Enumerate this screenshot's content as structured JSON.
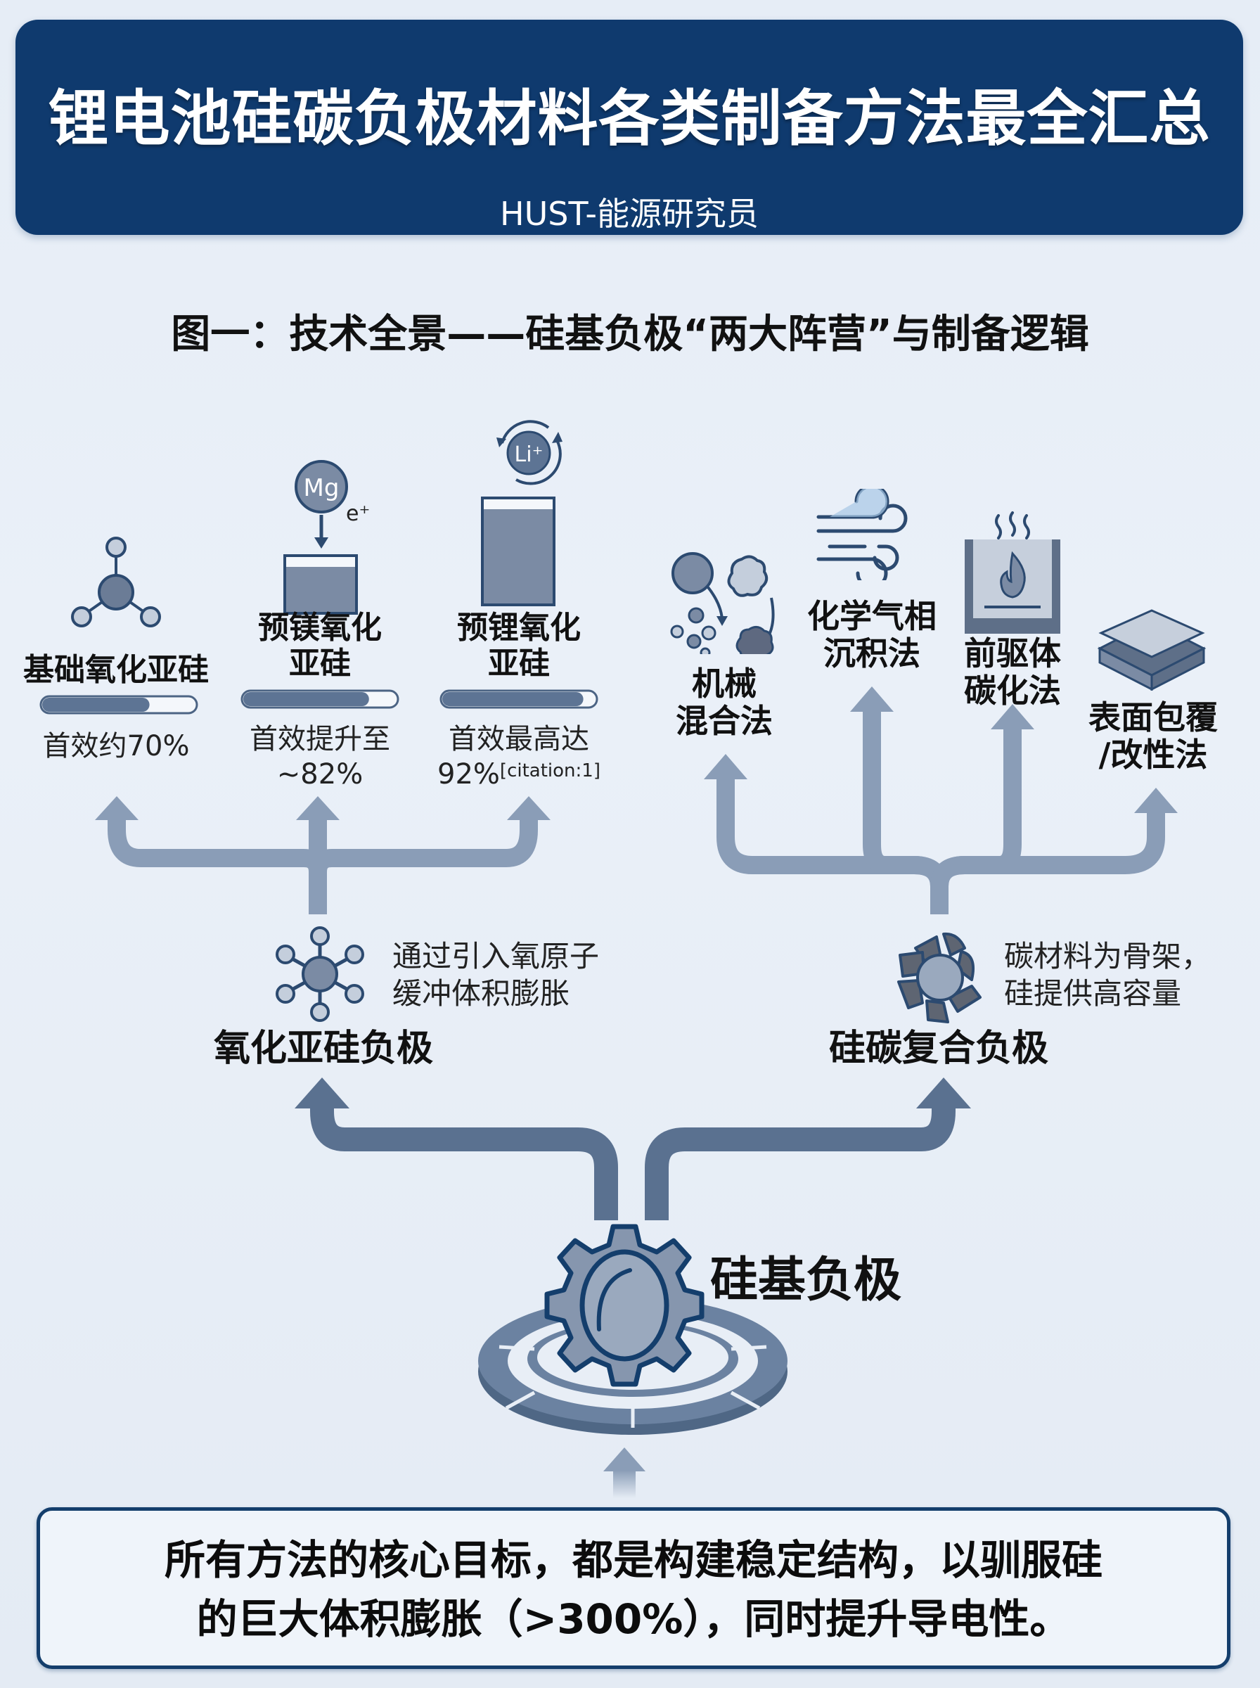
{
  "header": {
    "title": "锂电池硅碳负极材料各类制备方法最全汇总",
    "subtitle": "HUST-能源研究员"
  },
  "section_heading": "图一：技术全景——硅基负极“两大阵营”与制备逻辑",
  "root": {
    "label": "硅基负极"
  },
  "camps": {
    "siox": {
      "label": "氧化亚硅负极",
      "desc_line1": "通过引入氧原子",
      "desc_line2": "缓冲体积膨胀",
      "variants": [
        {
          "name_line1": "基础氧化亚硅",
          "name_line2": "",
          "efficiency_line1": "首效约70%",
          "efficiency_line2": "",
          "efficiency_pct": 70,
          "icon": "molecule-icon"
        },
        {
          "name_line1": "预镁氧化",
          "name_line2": "亚硅",
          "efficiency_line1": "首效提升至",
          "efficiency_line2": "~82%",
          "efficiency_pct": 82,
          "icon": "magnesium-doping-icon",
          "icon_text": "Mg",
          "icon_sub": "e⁺"
        },
        {
          "name_line1": "预锂氧化",
          "name_line2": "亚硅",
          "efficiency_line1": "首效最高达",
          "efficiency_line2": "92%",
          "citation": "[citation:1]",
          "efficiency_pct": 92,
          "icon": "lithium-cycle-icon",
          "icon_text": "Li⁺"
        }
      ]
    },
    "sic": {
      "label": "硅碳复合负极",
      "desc_line1": "碳材料为骨架，",
      "desc_line2": "硅提供高容量",
      "methods": [
        {
          "name_line1": "机械",
          "name_line2": "混合法",
          "icon": "particle-mixing-icon"
        },
        {
          "name_line1": "化学气相",
          "name_line2": "沉积法",
          "icon": "gas-flow-icon"
        },
        {
          "name_line1": "前驱体",
          "name_line2": "碳化法",
          "icon": "furnace-icon"
        },
        {
          "name_line1": "表面包覆",
          "name_line2": "/改性法",
          "icon": "layer-coating-icon"
        }
      ]
    }
  },
  "conclusion": {
    "line1": "所有方法的核心目标，都是构建稳定结构，以驯服硅",
    "line2": "的巨大体积膨胀（>300%），同时提升导电性。"
  },
  "colors": {
    "header_bg": "#0f3a6e",
    "arrow_light": "#8a9db7",
    "arrow_dark": "#5a7190",
    "icon_fill": "#7b8ba4",
    "icon_stroke": "#2c4a70"
  }
}
